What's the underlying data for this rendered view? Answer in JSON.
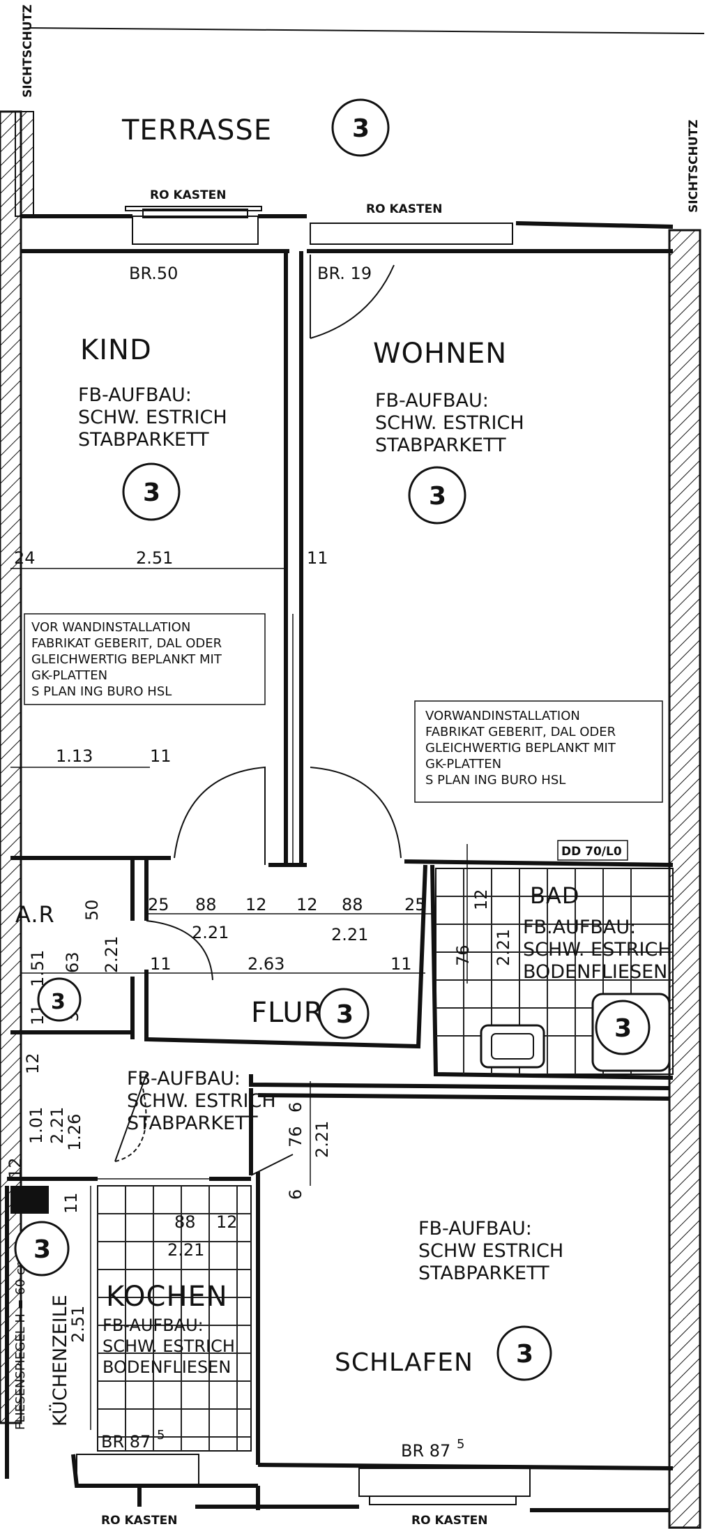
{
  "labels": {
    "sichtschutz_left": "SICHTSCHUTZ",
    "sichtschutz_right": "SICHTSCHUTZ",
    "terrasse": "TERRASSE",
    "ro_kasten_top_left": "RO KASTEN",
    "ro_kasten_top_right": "RO KASTEN",
    "ro_kasten_bottom_left": "RO KASTEN",
    "ro_kasten_bottom_right": "RO KASTEN",
    "br50": "BR.50",
    "br19": "BR. 19",
    "kind": "KIND",
    "wohnen": "WOHNEN",
    "ar": "A.R",
    "bad": "BAD",
    "flur": "FLUR",
    "kochen": "KOCHEN",
    "schlafen": "SCHLAFEN",
    "kuechenzeile": "KÜCHENZEILE",
    "fliesenspiegel": "FLIESENSPIEGEL H = 60 cm",
    "br87_left": "BR 87",
    "br87_right": "BR 87",
    "sup5": "5",
    "dd_box": "DD 70/L0"
  },
  "rooms": {
    "kind_spec": [
      "FB-AUFBAU:",
      "SCHW. ESTRICH",
      "STABPARKETT"
    ],
    "wohnen_spec": [
      "FB-AUFBAU:",
      "SCHW. ESTRICH",
      "STABPARKETT"
    ],
    "bad_spec": [
      "FB.AUFBAU:",
      "SCHW. ESTRICH",
      "BODENFLIESEN"
    ],
    "flur_spec": [
      "FB-AUFBAU:",
      "SCHW. ESTRICH",
      "STABPARKETT"
    ],
    "schlafen_spec": [
      "FB-AUFBAU:",
      "SCHW ESTRICH",
      "STABPARKETT"
    ],
    "kochen_spec": [
      "FB-AUFBAU:",
      "SCHW. ESTRICH",
      "BODENFLIESEN"
    ]
  },
  "notes": {
    "vorwand_left": [
      "VOR WANDINSTALLATION",
      "FABRIKAT GEBERIT, DAL ODER",
      "GLEICHWERTIG BEPLANKT MIT",
      "GK-PLATTEN",
      "S PLAN ING BURO HSL"
    ],
    "vorwand_right": [
      "VORWANDINSTALLATION",
      "FABRIKAT GEBERIT, DAL ODER",
      "GLEICHWERTIG BEPLANKT MIT",
      "GK-PLATTEN",
      "S PLAN ING BURO HSL"
    ]
  },
  "badge_value": "3",
  "dims": {
    "d24": "24",
    "d251": "2.51",
    "d115a": "11",
    "d1135": "1.13",
    "d115b": "11",
    "d50": "50",
    "d25": "25",
    "d885a": "88",
    "d125a": "12",
    "d125b": "12",
    "d885b": "88",
    "d25b": "25",
    "d2215a": "2.21",
    "d2215b": "2.21",
    "d2635": "2.63",
    "d115c": "11",
    "d115d": "11",
    "d151": "1.51",
    "d635": "63",
    "d2215c": "2.21",
    "d375": "37",
    "d115e": "11",
    "d125c": "12",
    "d101": "1.01",
    "d2215d": "2.21",
    "d126": "1.26",
    "d125d": "12",
    "d885c": "88",
    "d125e": "12",
    "d2215e": "2.21",
    "d115f": "11",
    "d251b": "2.51",
    "d6": "6",
    "d2215f": "2.21",
    "d76a": "76",
    "d65": "6",
    "d125f": "12",
    "d76b": "76",
    "d2215g": "2.21"
  }
}
